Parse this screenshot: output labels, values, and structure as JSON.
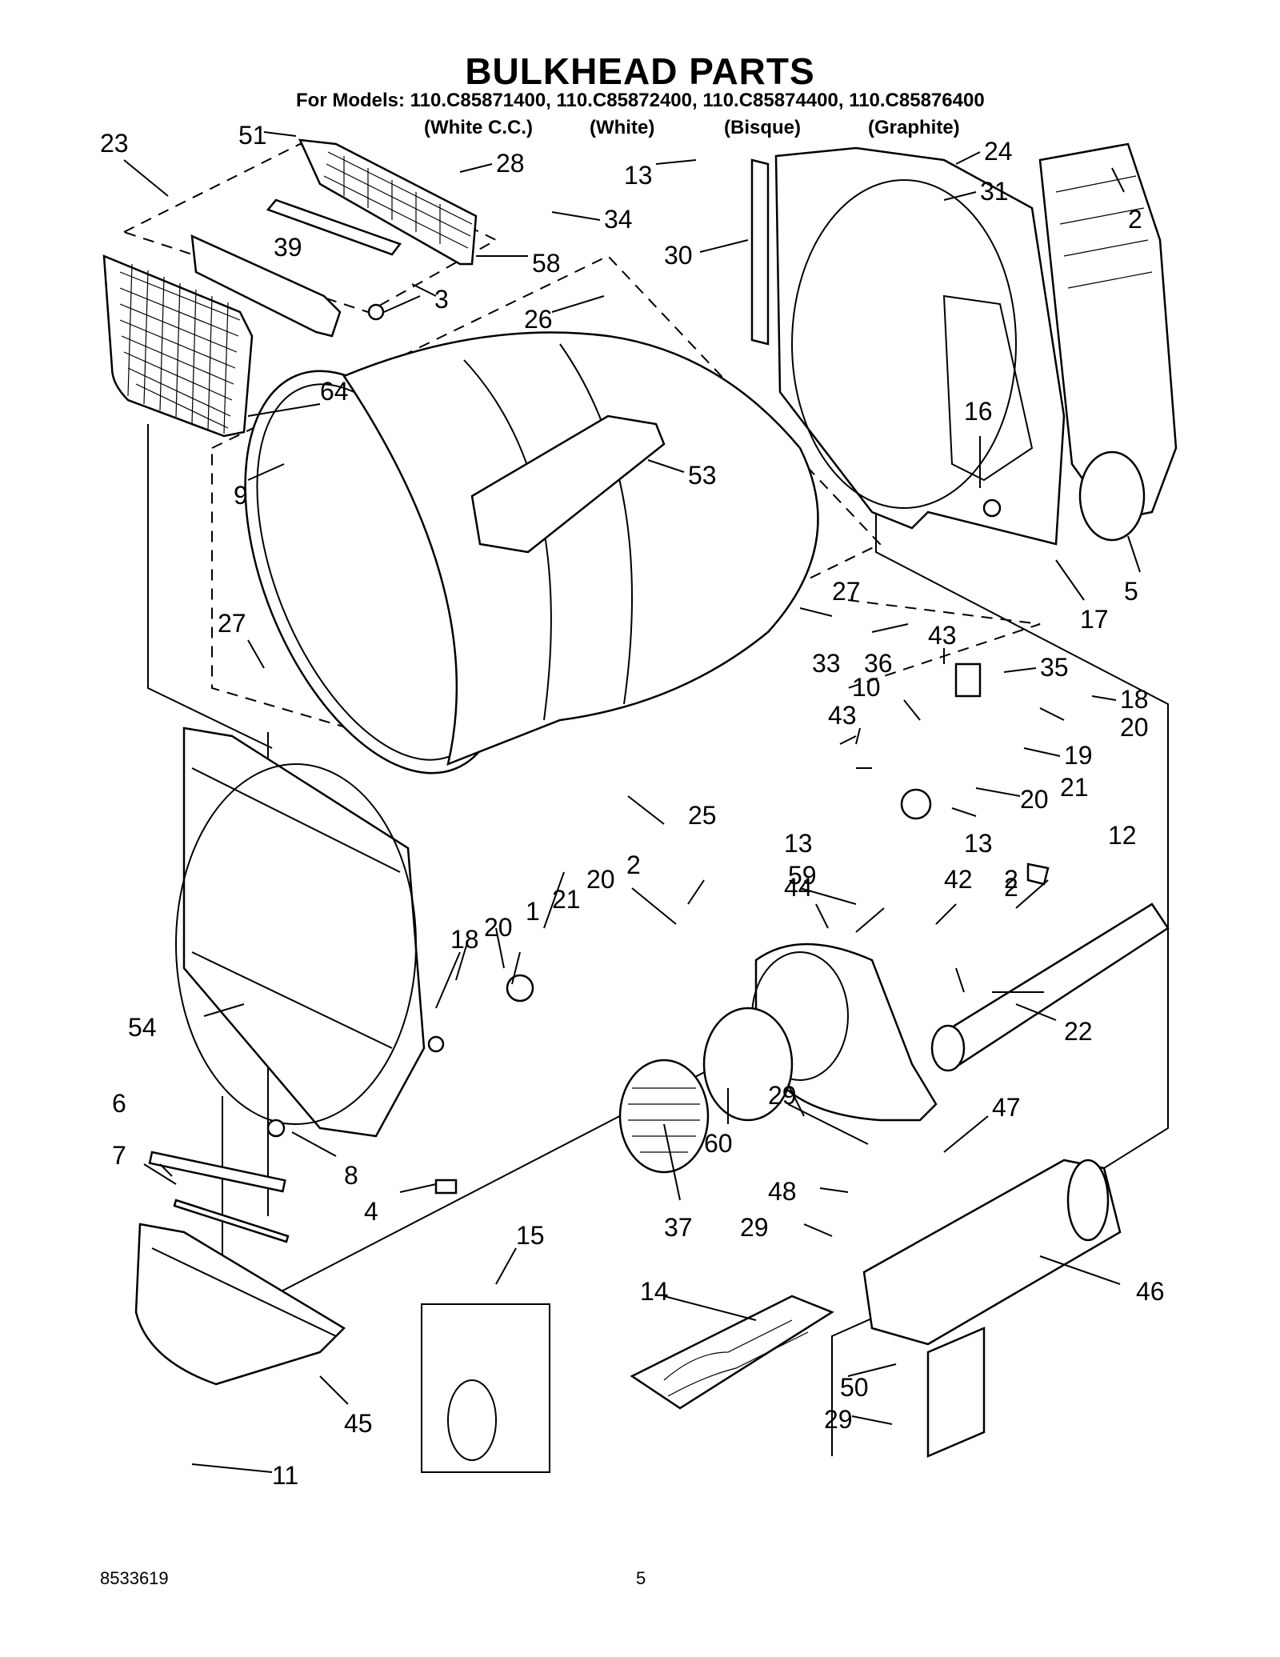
{
  "title": "BULKHEAD PARTS",
  "models_line": "For Models: 110.C85871400, 110.C85872400, 110.C85874400, 110.C85876400",
  "colors": [
    "(White C.C.)",
    "(White)",
    "(Bisque)",
    "(Graphite)"
  ],
  "footer": {
    "doc_number": "8533619",
    "page_number": "5"
  },
  "callouts": [
    "23",
    "51",
    "28",
    "13",
    "24",
    "2",
    "31",
    "34",
    "30",
    "58",
    "39",
    "3",
    "26",
    "64",
    "16",
    "9",
    "53",
    "5",
    "17",
    "27",
    "27",
    "33",
    "43",
    "36",
    "35",
    "10",
    "18",
    "43",
    "20",
    "19",
    "21",
    "20",
    "25",
    "13",
    "13",
    "2",
    "59",
    "42",
    "12",
    "20",
    "2",
    "21",
    "1",
    "20",
    "18",
    "44",
    "2",
    "54",
    "22",
    "6",
    "29",
    "47",
    "7",
    "8",
    "60",
    "48",
    "4",
    "37",
    "29",
    "15",
    "46",
    "14",
    "50",
    "29",
    "45",
    "11"
  ]
}
